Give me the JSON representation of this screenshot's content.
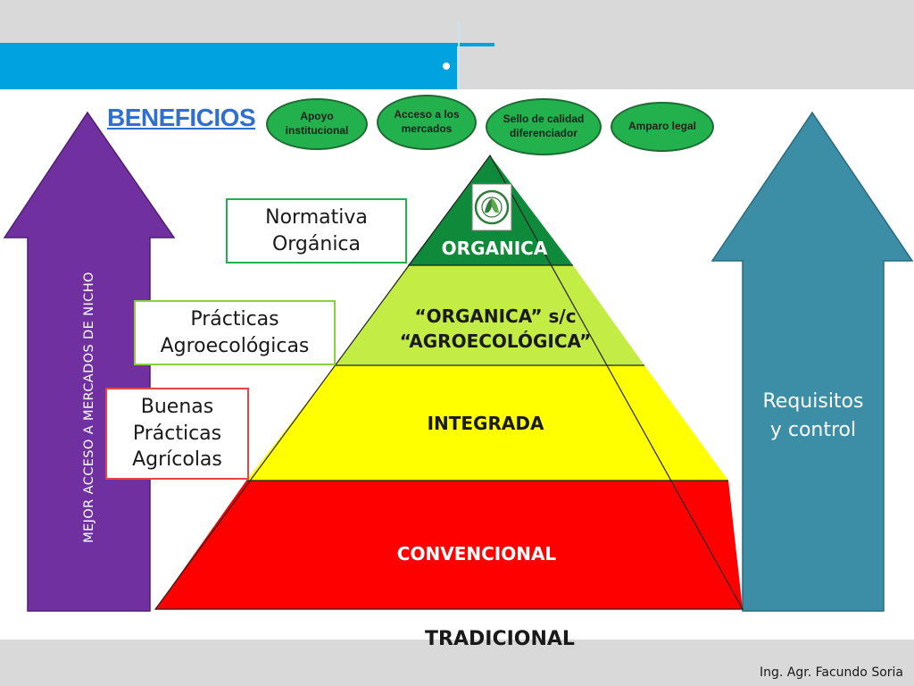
{
  "header": {
    "title": "BENEFICIOS"
  },
  "benefits": [
    {
      "label": "Apoyo\ninstitucional"
    },
    {
      "label": "Acceso a los\nmercados"
    },
    {
      "label": "Sello de calidad\ndiferenciador"
    },
    {
      "label": "Amparo legal"
    }
  ],
  "side_labels": {
    "normativa": "Normativa\nOrgánica",
    "practicas": "Prácticas\nAgroecológicas",
    "buenas": "Buenas\nPrácticas\nAgrícolas"
  },
  "pyramid": {
    "levels": [
      {
        "label": "ORGANICA",
        "color": "#0e8a3a"
      },
      {
        "label": "“ORGANICA” s/c\n“AGROECOLÓGICA”",
        "color": "#c3ec45"
      },
      {
        "label": "INTEGRADA",
        "color": "#ffff00"
      },
      {
        "label": "CONVENCIONAL",
        "color": "#ff0000"
      }
    ],
    "base_label": "TRADICIONAL"
  },
  "left_arrow": {
    "label": "MEJOR ACCESO A MERCADOS DE NICHO",
    "color": "#7030a0"
  },
  "right_arrow": {
    "label": "Requisitos\ny control",
    "color": "#3b8ea5"
  },
  "footer": {
    "author": "Ing. Agr. Facundo Soria"
  },
  "colors": {
    "header_blue": "#00a3e0",
    "oval_green": "#22b14c",
    "title_blue": "#2e6fd1"
  }
}
